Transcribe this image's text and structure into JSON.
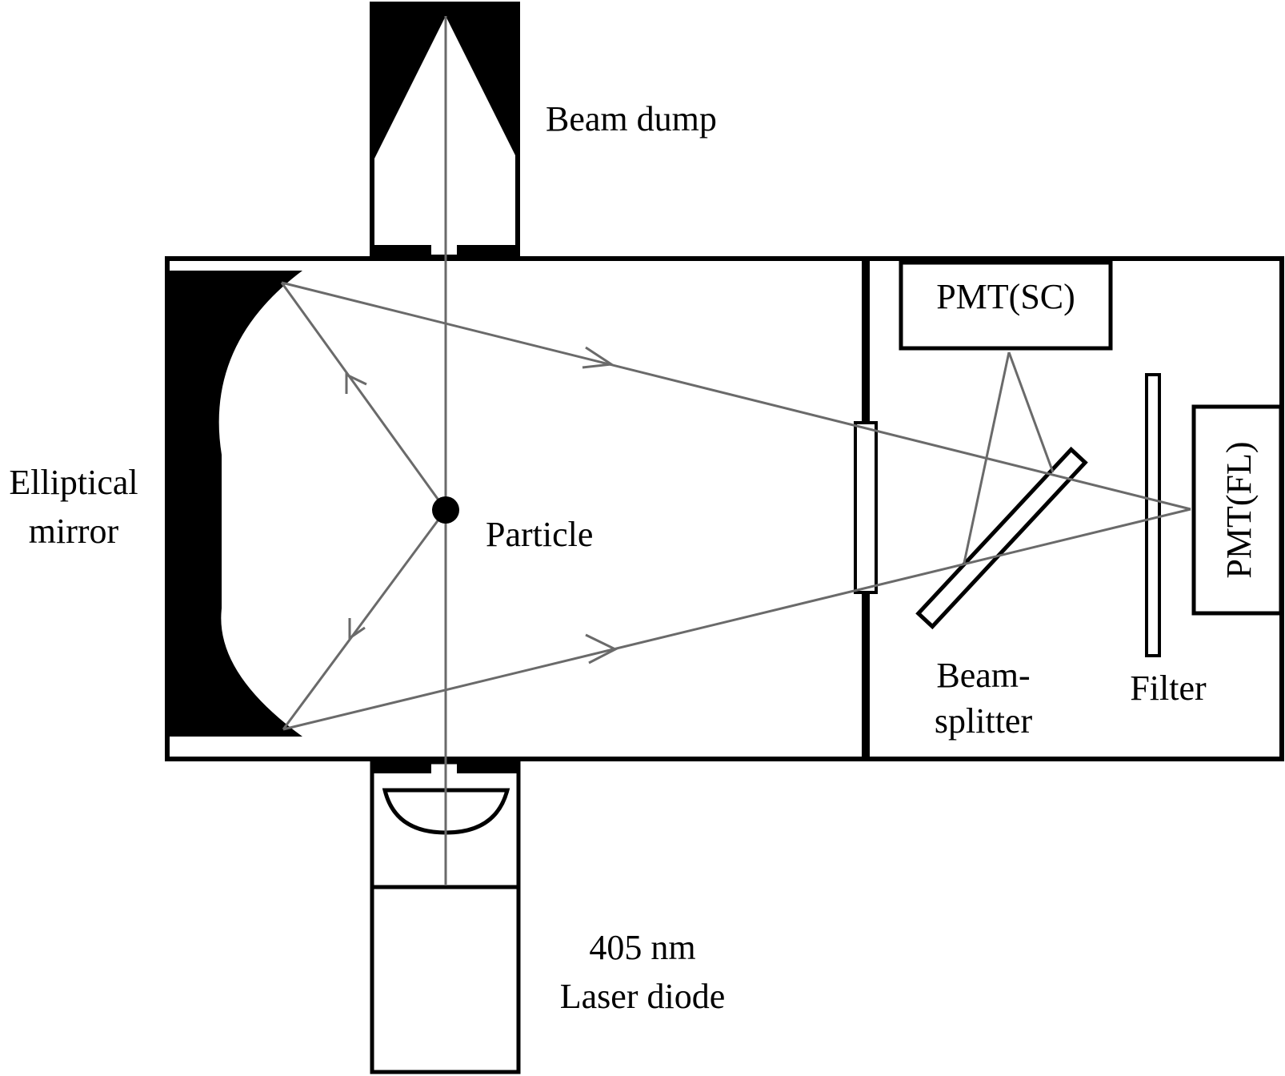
{
  "labels": {
    "beam_dump": "Beam dump",
    "elliptical_mirror_line1": "Elliptical",
    "elliptical_mirror_line2": "mirror",
    "particle": "Particle",
    "pmt_sc": "PMT(SC)",
    "pmt_fl": "PMT(FL)",
    "beam_splitter_line1": "Beam-",
    "beam_splitter_line2": "splitter",
    "filter": "Filter",
    "laser_line1": "405 nm",
    "laser_line2": "Laser diode"
  },
  "colors": {
    "outline": "#000000",
    "ray": "#6a6a6a",
    "background": "#ffffff"
  }
}
